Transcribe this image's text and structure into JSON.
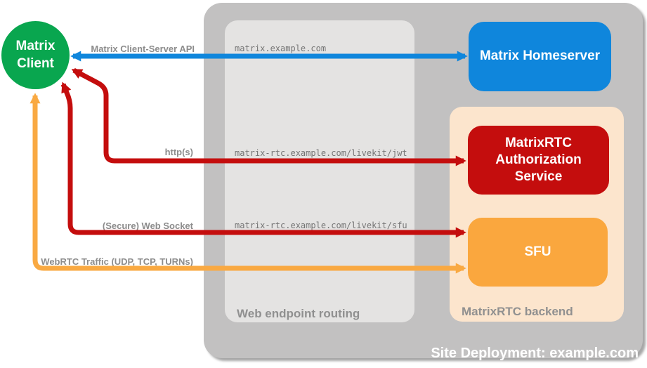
{
  "client": {
    "label": "Matrix Client",
    "color": "#09a64f"
  },
  "site": {
    "caption": "Site Deployment: example.com",
    "bg": "#c2c1c1",
    "routing": {
      "caption": "Web endpoint routing",
      "bg": "#e4e3e2",
      "endpoints": [
        "matrix.example.com",
        "matrix-rtc.example.com/livekit/jwt",
        "matrix-rtc.example.com/livekit/sfu"
      ]
    },
    "homeserver": {
      "label": "Matrix Homeserver",
      "color": "#0f86dc"
    },
    "backend": {
      "caption": "MatrixRTC backend",
      "bg": "#fce5cd",
      "auth": {
        "label": "MatrixRTC Authorization Service",
        "color": "#c40d0d"
      },
      "sfu": {
        "label": "SFU",
        "color": "#faa73e"
      }
    }
  },
  "connections": [
    {
      "label": "Matrix Client-Server API",
      "color": "#0f86dc",
      "from": "Matrix Client",
      "to": "Matrix Homeserver",
      "endpoint": "matrix.example.com",
      "bidirectional": true
    },
    {
      "label": "http(s)",
      "color": "#c40d0d",
      "from": "Matrix Client",
      "to": "MatrixRTC Authorization Service",
      "endpoint": "matrix-rtc.example.com/livekit/jwt",
      "bidirectional": true
    },
    {
      "label": "(Secure) Web Socket",
      "color": "#c40d0d",
      "from": "Matrix Client",
      "to": "SFU",
      "endpoint": "matrix-rtc.example.com/livekit/sfu",
      "bidirectional": true
    },
    {
      "label": "WebRTC Traffic (UDP, TCP, TURNs)",
      "color": "#f9a942",
      "from": "Matrix Client",
      "to": "SFU",
      "bidirectional": true
    }
  ]
}
